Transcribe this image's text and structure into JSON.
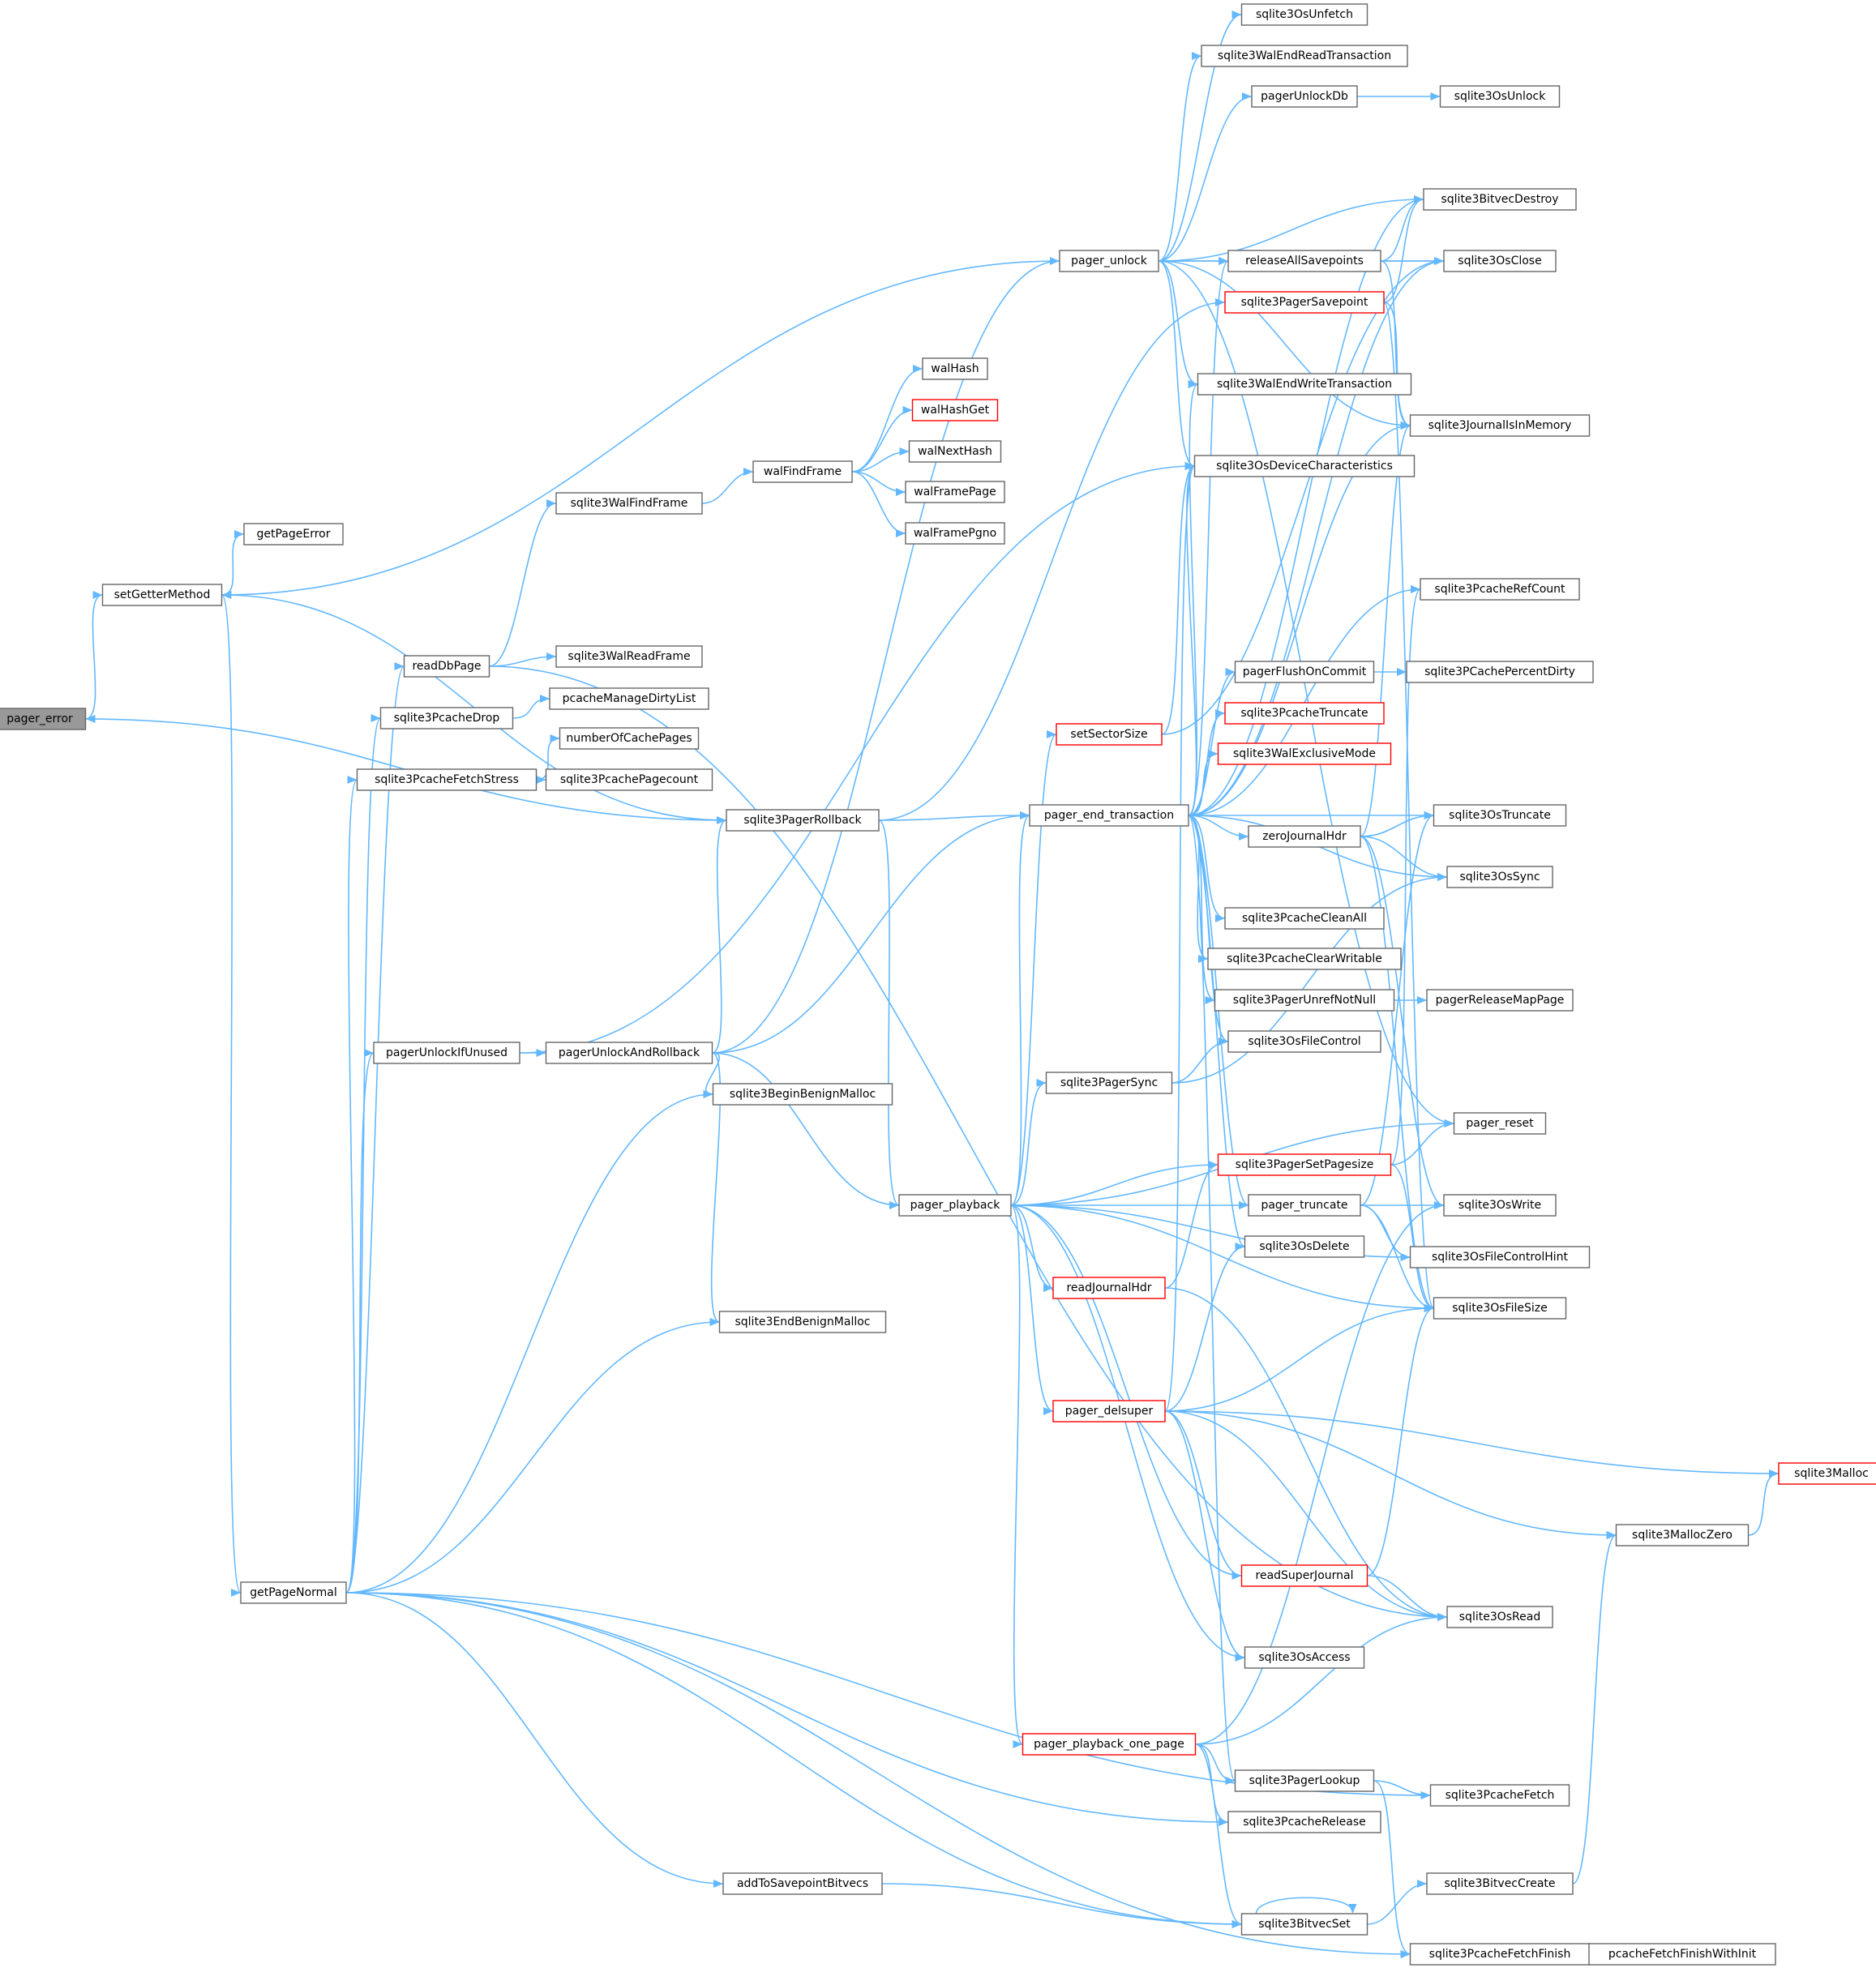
{
  "diagram": {
    "colors": {
      "edge": "#63b8ff",
      "node_border": "#666666",
      "node_border_truncated": "#ff0000",
      "current_node_fill": "#999999"
    },
    "nodes": [
      {
        "id": "pager_error",
        "label": "pager_error",
        "current": true
      },
      {
        "id": "setGetterMethod",
        "label": "setGetterMethod"
      },
      {
        "id": "getPageError",
        "label": "getPageError"
      },
      {
        "id": "getPageNormal",
        "label": "getPageNormal"
      },
      {
        "id": "readDbPage",
        "label": "readDbPage"
      },
      {
        "id": "sqlite3PcacheDrop",
        "label": "sqlite3PcacheDrop"
      },
      {
        "id": "sqlite3PcacheFetchStress",
        "label": "sqlite3PcacheFetchStress"
      },
      {
        "id": "pagerUnlockIfUnused",
        "label": "pagerUnlockIfUnused"
      },
      {
        "id": "sqlite3WalFindFrame",
        "label": "sqlite3WalFindFrame"
      },
      {
        "id": "sqlite3WalReadFrame",
        "label": "sqlite3WalReadFrame"
      },
      {
        "id": "pcacheManageDirtyList",
        "label": "pcacheManageDirtyList"
      },
      {
        "id": "numberOfCachePages",
        "label": "numberOfCachePages"
      },
      {
        "id": "sqlite3PcachePagecount",
        "label": "sqlite3PcachePagecount"
      },
      {
        "id": "pagerUnlockAndRollback",
        "label": "pagerUnlockAndRollback"
      },
      {
        "id": "sqlite3PagerRollback",
        "label": "sqlite3PagerRollback"
      },
      {
        "id": "walFindFrame",
        "label": "walFindFrame"
      },
      {
        "id": "walHash",
        "label": "walHash"
      },
      {
        "id": "walHashGet",
        "label": "walHashGet",
        "truncated": true
      },
      {
        "id": "walNextHash",
        "label": "walNextHash"
      },
      {
        "id": "walFramePage",
        "label": "walFramePage"
      },
      {
        "id": "walFramePgno",
        "label": "walFramePgno"
      },
      {
        "id": "sqlite3BeginBenignMalloc",
        "label": "sqlite3BeginBenignMalloc"
      },
      {
        "id": "sqlite3EndBenignMalloc",
        "label": "sqlite3EndBenignMalloc"
      },
      {
        "id": "addToSavepointBitvecs",
        "label": "addToSavepointBitvecs"
      },
      {
        "id": "pager_unlock",
        "label": "pager_unlock"
      },
      {
        "id": "pager_end_transaction",
        "label": "pager_end_transaction"
      },
      {
        "id": "pager_playback",
        "label": "pager_playback"
      },
      {
        "id": "setSectorSize",
        "label": "setSectorSize",
        "truncated": true
      },
      {
        "id": "sqlite3PagerSync",
        "label": "sqlite3PagerSync"
      },
      {
        "id": "readJournalHdr",
        "label": "readJournalHdr",
        "truncated": true
      },
      {
        "id": "pager_delsuper",
        "label": "pager_delsuper",
        "truncated": true
      },
      {
        "id": "pager_playback_one_page",
        "label": "pager_playback_one_page",
        "truncated": true
      },
      {
        "id": "sqlite3OsUnfetch",
        "label": "sqlite3OsUnfetch"
      },
      {
        "id": "sqlite3WalEndReadTransaction",
        "label": "sqlite3WalEndReadTransaction"
      },
      {
        "id": "pagerUnlockDb",
        "label": "pagerUnlockDb"
      },
      {
        "id": "releaseAllSavepoints",
        "label": "releaseAllSavepoints"
      },
      {
        "id": "sqlite3PagerSavepoint",
        "label": "sqlite3PagerSavepoint",
        "truncated": true
      },
      {
        "id": "sqlite3WalEndWriteTransaction",
        "label": "sqlite3WalEndWriteTransaction"
      },
      {
        "id": "sqlite3OsDeviceCharacteristics",
        "label": "sqlite3OsDeviceCharacteristics"
      },
      {
        "id": "pagerFlushOnCommit",
        "label": "pagerFlushOnCommit"
      },
      {
        "id": "sqlite3PcacheTruncate",
        "label": "sqlite3PcacheTruncate",
        "truncated": true
      },
      {
        "id": "sqlite3WalExclusiveMode",
        "label": "sqlite3WalExclusiveMode",
        "truncated": true
      },
      {
        "id": "zeroJournalHdr",
        "label": "zeroJournalHdr"
      },
      {
        "id": "sqlite3PcacheCleanAll",
        "label": "sqlite3PcacheCleanAll"
      },
      {
        "id": "sqlite3PcacheClearWritable",
        "label": "sqlite3PcacheClearWritable"
      },
      {
        "id": "sqlite3PagerUnrefNotNull",
        "label": "sqlite3PagerUnrefNotNull"
      },
      {
        "id": "sqlite3OsFileControl",
        "label": "sqlite3OsFileControl"
      },
      {
        "id": "sqlite3PagerSetPagesize",
        "label": "sqlite3PagerSetPagesize",
        "truncated": true
      },
      {
        "id": "pager_truncate",
        "label": "pager_truncate"
      },
      {
        "id": "sqlite3OsDelete",
        "label": "sqlite3OsDelete"
      },
      {
        "id": "readSuperJournal",
        "label": "readSuperJournal",
        "truncated": true
      },
      {
        "id": "sqlite3OsAccess",
        "label": "sqlite3OsAccess"
      },
      {
        "id": "sqlite3PagerLookup",
        "label": "sqlite3PagerLookup"
      },
      {
        "id": "sqlite3PcacheRelease",
        "label": "sqlite3PcacheRelease"
      },
      {
        "id": "sqlite3BitvecSet",
        "label": "sqlite3BitvecSet"
      },
      {
        "id": "sqlite3OsUnlock",
        "label": "sqlite3OsUnlock"
      },
      {
        "id": "sqlite3BitvecDestroy",
        "label": "sqlite3BitvecDestroy"
      },
      {
        "id": "sqlite3OsClose",
        "label": "sqlite3OsClose"
      },
      {
        "id": "sqlite3JournalIsInMemory",
        "label": "sqlite3JournalIsInMemory"
      },
      {
        "id": "sqlite3PcacheRefCount",
        "label": "sqlite3PcacheRefCount"
      },
      {
        "id": "sqlite3PCachePercentDirty",
        "label": "sqlite3PCachePercentDirty"
      },
      {
        "id": "sqlite3OsTruncate",
        "label": "sqlite3OsTruncate"
      },
      {
        "id": "sqlite3OsSync",
        "label": "sqlite3OsSync"
      },
      {
        "id": "pagerReleaseMapPage",
        "label": "pagerReleaseMapPage"
      },
      {
        "id": "pager_reset",
        "label": "pager_reset"
      },
      {
        "id": "sqlite3OsWrite",
        "label": "sqlite3OsWrite"
      },
      {
        "id": "sqlite3OsFileControlHint",
        "label": "sqlite3OsFileControlHint"
      },
      {
        "id": "sqlite3OsFileSize",
        "label": "sqlite3OsFileSize"
      },
      {
        "id": "sqlite3MallocZero",
        "label": "sqlite3MallocZero"
      },
      {
        "id": "sqlite3Malloc",
        "label": "sqlite3Malloc",
        "truncated": true
      },
      {
        "id": "sqlite3OsRead",
        "label": "sqlite3OsRead"
      },
      {
        "id": "sqlite3PcacheFetch",
        "label": "sqlite3PcacheFetch"
      },
      {
        "id": "sqlite3BitvecCreate",
        "label": "sqlite3BitvecCreate"
      },
      {
        "id": "sqlite3PcacheFetchFinish",
        "label": "sqlite3PcacheFetchFinish"
      },
      {
        "id": "pcacheFetchFinishWithInit",
        "label": "pcacheFetchFinishWithInit"
      }
    ],
    "edges": [
      [
        "pager_error",
        "setGetterMethod"
      ],
      [
        "setGetterMethod",
        "getPageError"
      ],
      [
        "setGetterMethod",
        "getPageNormal"
      ],
      [
        "getPageNormal",
        "readDbPage"
      ],
      [
        "getPageNormal",
        "sqlite3PcacheDrop"
      ],
      [
        "getPageNormal",
        "sqlite3PcacheFetchStress"
      ],
      [
        "getPageNormal",
        "pagerUnlockIfUnused"
      ],
      [
        "getPageNormal",
        "sqlite3BeginBenignMalloc"
      ],
      [
        "getPageNormal",
        "sqlite3EndBenignMalloc"
      ],
      [
        "getPageNormal",
        "addToSavepointBitvecs"
      ],
      [
        "getPageNormal",
        "sqlite3PcacheRelease"
      ],
      [
        "getPageNormal",
        "sqlite3PcacheFetch"
      ],
      [
        "getPageNormal",
        "sqlite3BitvecSet"
      ],
      [
        "getPageNormal",
        "sqlite3PcacheFetchFinish"
      ],
      [
        "readDbPage",
        "sqlite3WalFindFrame"
      ],
      [
        "readDbPage",
        "sqlite3WalReadFrame"
      ],
      [
        "readDbPage",
        "sqlite3OsRead"
      ],
      [
        "sqlite3WalFindFrame",
        "walFindFrame"
      ],
      [
        "walFindFrame",
        "walHash"
      ],
      [
        "walFindFrame",
        "walHashGet"
      ],
      [
        "walFindFrame",
        "walNextHash"
      ],
      [
        "walFindFrame",
        "walFramePage"
      ],
      [
        "walFindFrame",
        "walFramePgno"
      ],
      [
        "sqlite3PcacheDrop",
        "pcacheManageDirtyList"
      ],
      [
        "sqlite3PcacheFetchStress",
        "numberOfCachePages"
      ],
      [
        "sqlite3PcacheFetchStress",
        "sqlite3PcachePagecount"
      ],
      [
        "pagerUnlockIfUnused",
        "pagerUnlockAndRollback"
      ],
      [
        "pagerUnlockIfUnused",
        "sqlite3OsDeviceCharacteristics"
      ],
      [
        "pagerUnlockAndRollback",
        "sqlite3PagerRollback"
      ],
      [
        "pagerUnlockAndRollback",
        "pager_unlock"
      ],
      [
        "pagerUnlockAndRollback",
        "pager_end_transaction"
      ],
      [
        "pagerUnlockAndRollback",
        "pager_playback"
      ],
      [
        "pagerUnlockAndRollback",
        "sqlite3BeginBenignMalloc"
      ],
      [
        "pagerUnlockAndRollback",
        "sqlite3EndBenignMalloc"
      ],
      [
        "sqlite3PagerRollback",
        "pager_error"
      ],
      [
        "sqlite3PagerRollback",
        "setGetterMethod"
      ],
      [
        "sqlite3PagerRollback",
        "pager_end_transaction"
      ],
      [
        "sqlite3PagerRollback",
        "pager_playback"
      ],
      [
        "sqlite3PagerRollback",
        "sqlite3PagerSavepoint"
      ],
      [
        "pager_unlock",
        "setGetterMethod"
      ],
      [
        "pager_unlock",
        "sqlite3OsUnfetch"
      ],
      [
        "pager_unlock",
        "sqlite3WalEndReadTransaction"
      ],
      [
        "pager_unlock",
        "pagerUnlockDb"
      ],
      [
        "pager_unlock",
        "sqlite3BitvecDestroy"
      ],
      [
        "pager_unlock",
        "releaseAllSavepoints"
      ],
      [
        "pager_unlock",
        "sqlite3OsClose"
      ],
      [
        "pager_unlock",
        "sqlite3JournalIsInMemory"
      ],
      [
        "pager_unlock",
        "sqlite3WalEndWriteTransaction"
      ],
      [
        "pager_unlock",
        "sqlite3OsDeviceCharacteristics"
      ],
      [
        "pager_unlock",
        "pager_reset"
      ],
      [
        "pagerUnlockDb",
        "sqlite3OsUnlock"
      ],
      [
        "releaseAllSavepoints",
        "sqlite3BitvecDestroy"
      ],
      [
        "releaseAllSavepoints",
        "sqlite3OsClose"
      ],
      [
        "releaseAllSavepoints",
        "sqlite3JournalIsInMemory"
      ],
      [
        "sqlite3PagerSavepoint",
        "sqlite3BitvecDestroy"
      ],
      [
        "sqlite3PagerSavepoint",
        "sqlite3JournalIsInMemory"
      ],
      [
        "sqlite3PagerSavepoint",
        "sqlite3OsFileSize"
      ],
      [
        "pager_end_transaction",
        "releaseAllSavepoints"
      ],
      [
        "pager_end_transaction",
        "sqlite3OsClose"
      ],
      [
        "pager_end_transaction",
        "sqlite3JournalIsInMemory"
      ],
      [
        "pager_end_transaction",
        "sqlite3WalEndWriteTransaction"
      ],
      [
        "pager_end_transaction",
        "sqlite3OsDeviceCharacteristics"
      ],
      [
        "pager_end_transaction",
        "sqlite3PcacheRefCount"
      ],
      [
        "pager_end_transaction",
        "pagerFlushOnCommit"
      ],
      [
        "pager_end_transaction",
        "sqlite3PcacheTruncate"
      ],
      [
        "pager_end_transaction",
        "sqlite3WalExclusiveMode"
      ],
      [
        "pager_end_transaction",
        "zeroJournalHdr"
      ],
      [
        "pager_end_transaction",
        "sqlite3OsTruncate"
      ],
      [
        "pager_end_transaction",
        "sqlite3OsSync"
      ],
      [
        "pager_end_transaction",
        "sqlite3PcacheCleanAll"
      ],
      [
        "pager_end_transaction",
        "sqlite3PcacheClearWritable"
      ],
      [
        "pager_end_transaction",
        "sqlite3PagerUnrefNotNull"
      ],
      [
        "pager_end_transaction",
        "sqlite3OsFileControl"
      ],
      [
        "pager_end_transaction",
        "pager_truncate"
      ],
      [
        "pager_end_transaction",
        "sqlite3OsDelete"
      ],
      [
        "pager_end_transaction",
        "sqlite3PagerLookup"
      ],
      [
        "pager_end_transaction",
        "sqlite3BitvecDestroy"
      ],
      [
        "pagerFlushOnCommit",
        "sqlite3PCachePercentDirty"
      ],
      [
        "zeroJournalHdr",
        "sqlite3OsTruncate"
      ],
      [
        "zeroJournalHdr",
        "sqlite3OsSync"
      ],
      [
        "zeroJournalHdr",
        "sqlite3OsWrite"
      ],
      [
        "zeroJournalHdr",
        "sqlite3OsFileSize"
      ],
      [
        "zeroJournalHdr",
        "sqlite3JournalIsInMemory"
      ],
      [
        "sqlite3PagerUnrefNotNull",
        "pagerReleaseMapPage"
      ],
      [
        "pager_playback",
        "setSectorSize"
      ],
      [
        "pager_playback",
        "pager_end_transaction"
      ],
      [
        "pager_playback",
        "sqlite3PagerSync"
      ],
      [
        "pager_playback",
        "pager_reset"
      ],
      [
        "pager_playback",
        "sqlite3PagerSetPagesize"
      ],
      [
        "pager_playback",
        "pager_truncate"
      ],
      [
        "pager_playback",
        "sqlite3OsFileControlHint"
      ],
      [
        "pager_playback",
        "readJournalHdr"
      ],
      [
        "pager_playback",
        "sqlite3OsFileSize"
      ],
      [
        "pager_playback",
        "pager_delsuper"
      ],
      [
        "pager_playback",
        "readSuperJournal"
      ],
      [
        "pager_playback",
        "sqlite3OsAccess"
      ],
      [
        "pager_playback",
        "pager_playback_one_page"
      ],
      [
        "setSectorSize",
        "sqlite3OsDeviceCharacteristics"
      ],
      [
        "setSectorSize",
        "sqlite3OsClose"
      ],
      [
        "sqlite3PagerSync",
        "sqlite3OsFileControl"
      ],
      [
        "sqlite3PagerSync",
        "sqlite3OsSync"
      ],
      [
        "readJournalHdr",
        "sqlite3PagerSetPagesize"
      ],
      [
        "readJournalHdr",
        "sqlite3OsRead"
      ],
      [
        "sqlite3PagerSetPagesize",
        "pager_reset"
      ],
      [
        "sqlite3PagerSetPagesize",
        "sqlite3OsFileSize"
      ],
      [
        "sqlite3PagerSetPagesize",
        "sqlite3PcacheRefCount"
      ],
      [
        "pager_truncate",
        "sqlite3OsWrite"
      ],
      [
        "pager_truncate",
        "sqlite3OsFileControlHint"
      ],
      [
        "pager_truncate",
        "sqlite3OsFileSize"
      ],
      [
        "pager_truncate",
        "sqlite3OsTruncate"
      ],
      [
        "pager_delsuper",
        "sqlite3OsDelete"
      ],
      [
        "pager_delsuper",
        "sqlite3OsFileSize"
      ],
      [
        "pager_delsuper",
        "sqlite3Malloc"
      ],
      [
        "pager_delsuper",
        "sqlite3MallocZero"
      ],
      [
        "pager_delsuper",
        "readSuperJournal"
      ],
      [
        "pager_delsuper",
        "sqlite3OsRead"
      ],
      [
        "pager_delsuper",
        "sqlite3OsAccess"
      ],
      [
        "pager_delsuper",
        "sqlite3OsDeviceCharacteristics"
      ],
      [
        "readSuperJournal",
        "sqlite3OsRead"
      ],
      [
        "readSuperJournal",
        "sqlite3OsFileSize"
      ],
      [
        "sqlite3MallocZero",
        "sqlite3Malloc"
      ],
      [
        "pager_playback_one_page",
        "sqlite3OsWrite"
      ],
      [
        "pager_playback_one_page",
        "sqlite3OsRead"
      ],
      [
        "pager_playback_one_page",
        "sqlite3PagerLookup"
      ],
      [
        "pager_playback_one_page",
        "sqlite3PcacheRelease"
      ],
      [
        "pager_playback_one_page",
        "sqlite3BitvecSet"
      ],
      [
        "sqlite3PagerLookup",
        "sqlite3PcacheFetch"
      ],
      [
        "sqlite3PagerLookup",
        "sqlite3PcacheFetchFinish"
      ],
      [
        "addToSavepointBitvecs",
        "sqlite3BitvecSet"
      ],
      [
        "sqlite3BitvecSet",
        "sqlite3BitvecSet"
      ],
      [
        "sqlite3BitvecSet",
        "sqlite3BitvecCreate"
      ],
      [
        "sqlite3BitvecCreate",
        "sqlite3MallocZero"
      ],
      [
        "sqlite3PcacheFetchFinish",
        "pcacheFetchFinishWithInit"
      ],
      [
        "pcacheFetchFinishWithInit",
        "sqlite3PcacheFetchFinish"
      ]
    ]
  }
}
